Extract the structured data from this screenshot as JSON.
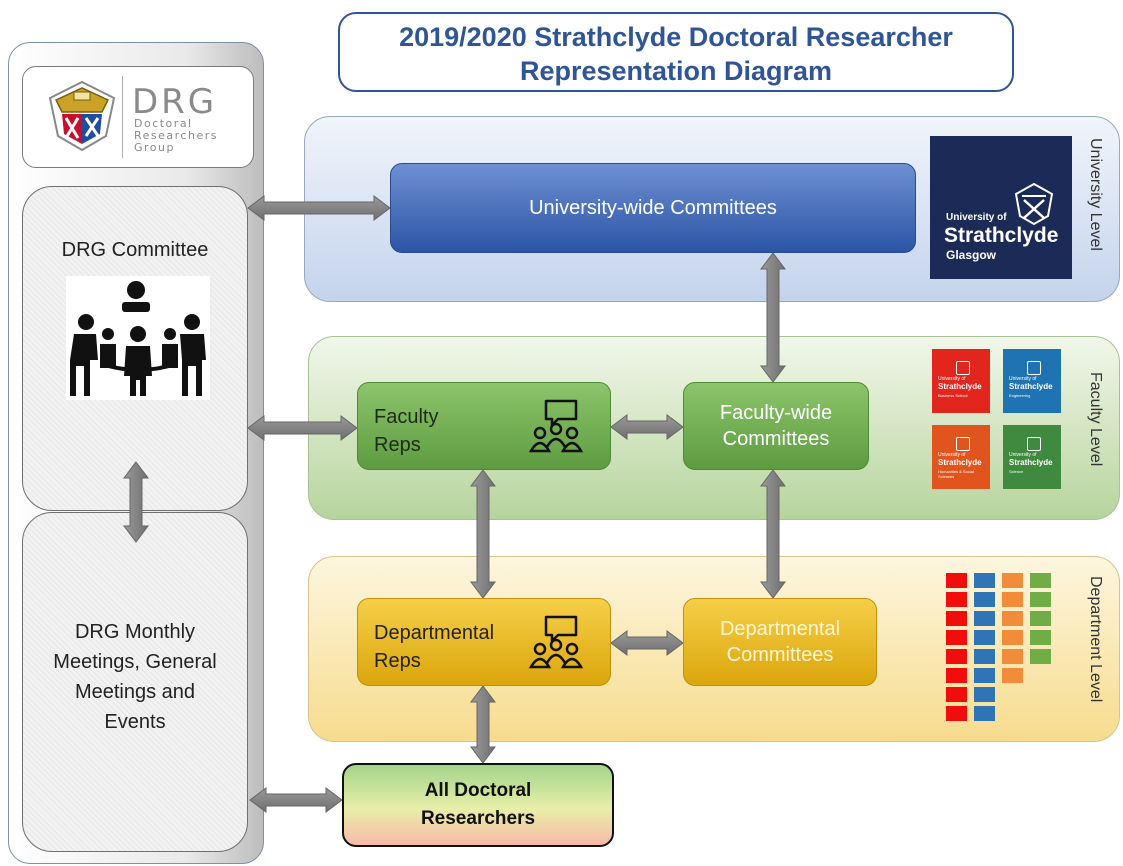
{
  "title": {
    "line1": "2019/2020 Strathclyde Doctoral Researcher",
    "line2": "Representation Diagram"
  },
  "drg_logo": {
    "big": "DRG",
    "small_lines": [
      "Doctoral",
      "Researchers",
      "Group"
    ]
  },
  "drg_committee": {
    "label": "DRG Committee"
  },
  "drg_monthly": {
    "lines": [
      "DRG Monthly",
      "Meetings, General",
      "Meetings and",
      "Events"
    ]
  },
  "levels": {
    "university": "University Level",
    "faculty": "Faculty Level",
    "department": "Department Level"
  },
  "boxes": {
    "university_committees": "University-wide Committees",
    "faculty_reps": [
      "Faculty",
      "Reps"
    ],
    "faculty_committees": [
      "Faculty-wide",
      "Committees"
    ],
    "departmental_reps": [
      "Departmental",
      "Reps"
    ],
    "departmental_committees": [
      "Departmental",
      "Committees"
    ],
    "all_doctoral_researchers": [
      "All Doctoral",
      "Researchers"
    ]
  },
  "university_logo": {
    "line1": "University of",
    "line2": "Strathclyde",
    "line3": "Glasgow"
  },
  "faculty_logos": [
    {
      "color": "#e3261d",
      "line1": "University of",
      "line2": "Strathclyde",
      "sub": "Business School"
    },
    {
      "color": "#1f73b3",
      "line1": "University of",
      "line2": "Strathclyde",
      "sub": "Engineering"
    },
    {
      "color": "#e2541d",
      "line1": "University of",
      "line2": "Strathclyde",
      "sub": "Humanities & Social Sciences"
    },
    {
      "color": "#3f8a3e",
      "line1": "University of",
      "line2": "Strathclyde",
      "sub": "Science"
    }
  ],
  "department_grid": {
    "columns": [
      {
        "color": "#f20d0d",
        "count": 8
      },
      {
        "color": "#2f75b5",
        "count": 8
      },
      {
        "color": "#f08c3a",
        "count": 6
      },
      {
        "color": "#70ad47",
        "count": 5
      }
    ]
  },
  "colors": {
    "title_blue": "#2f5597",
    "arrow_gray": "#7f7f7f",
    "university_box": "#2c55a6",
    "faculty_box": "#6aa84f",
    "department_box": "#e0a90f"
  }
}
